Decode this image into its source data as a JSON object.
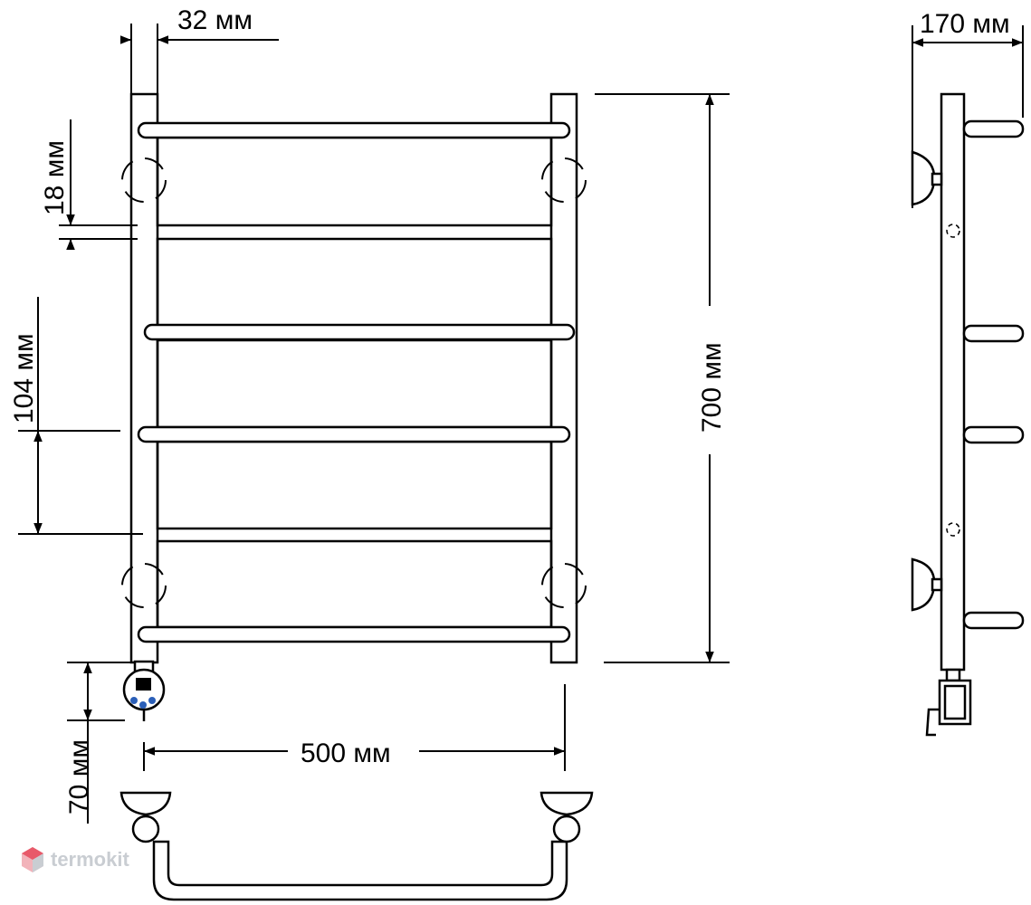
{
  "labels": {
    "width_32": "32 мм",
    "depth_170": "170 мм",
    "gap_18": "18 мм",
    "pitch_104": "104 мм",
    "height_700": "700 мм",
    "width_500": "500 мм",
    "offset_70": "70 мм"
  },
  "watermark": {
    "text": "termokit"
  },
  "colors": {
    "line": "#000000",
    "valve_dot": "#2b5fb8",
    "watermark": "#c9cdd2",
    "watermark_icon": "#e85a6a"
  }
}
